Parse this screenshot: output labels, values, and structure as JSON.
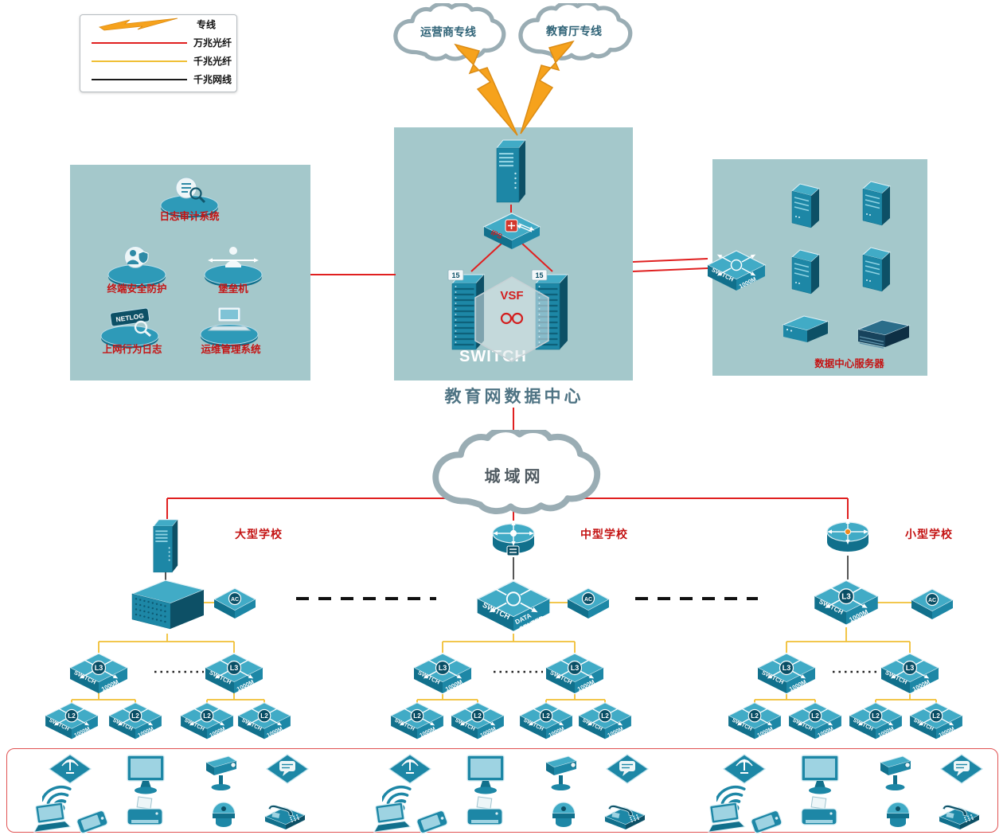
{
  "legend": {
    "items": [
      {
        "label": "专线"
      },
      {
        "label": "万兆光纤"
      },
      {
        "label": "千兆光纤"
      },
      {
        "label": "千兆网线"
      }
    ]
  },
  "clouds": {
    "isp": "运营商专线",
    "edu": "教育厅专线",
    "man": "城域网"
  },
  "datacenter": {
    "title": "教育网数据中心",
    "vsf": "VSF",
    "ips": "IPS",
    "switch_watermark": "SWITCH",
    "tower_tag": "15"
  },
  "security_zone": {
    "audit": "日志审计系统",
    "endpoint": "终端安全防护",
    "bastion": "堡垒机",
    "netlog": "上网行为日志",
    "netlog_label": "NETLOG",
    "ops": "运维管理系统"
  },
  "server_zone": {
    "label": "数据中心服务器"
  },
  "schools": [
    {
      "name": "大型学校"
    },
    {
      "name": "中型学校"
    },
    {
      "name": "小型学校"
    }
  ],
  "device_labels": {
    "switch": "SWITCH",
    "speed": "1000M",
    "l3": "L3",
    "l2": "L2",
    "ac": "AC",
    "dc1": "DATA",
    "dc2": "CENTER"
  },
  "colors": {
    "backbone_10g": "#e02020",
    "fiber_1g": "#f0bf35",
    "copper_1g": "#2b2b2b",
    "lightning": "#f6a21c",
    "zone_bg": "#a4c8cb",
    "device_teal": "#1d87a6",
    "label_red": "#c41414"
  }
}
